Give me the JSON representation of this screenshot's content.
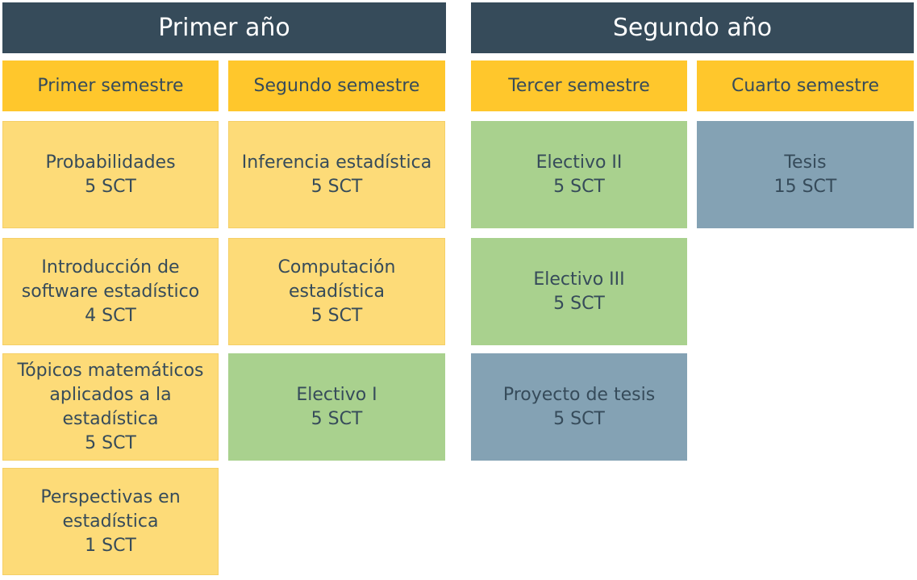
{
  "years": [
    "Primer año",
    "Segundo año"
  ],
  "semesters": [
    "Primer semestre",
    "Segundo semestre",
    "Tercer semestre",
    "Cuarto semestre"
  ],
  "courses": {
    "s1": [
      {
        "name": "Probabilidades",
        "credits": "5 SCT"
      },
      {
        "name": "Introducción de\nsoftware estadístico",
        "credits": "4 SCT"
      },
      {
        "name": "Tópicos matemáticos\naplicados a la\nestadística",
        "credits": "5 SCT"
      },
      {
        "name": "Perspectivas en\nestadística",
        "credits": "1 SCT"
      }
    ],
    "s2": [
      {
        "name": "Inferencia estadística",
        "credits": "5 SCT"
      },
      {
        "name": "Computación\nestadística",
        "credits": "5 SCT"
      },
      {
        "name": "Electivo I",
        "credits": "5 SCT"
      }
    ],
    "s3": [
      {
        "name": "Electivo II",
        "credits": "5 SCT"
      },
      {
        "name": "Electivo III",
        "credits": "5 SCT"
      },
      {
        "name": "Proyecto de tesis",
        "credits": "5 SCT"
      }
    ],
    "s4": [
      {
        "name": "Tesis",
        "credits": "15 SCT"
      }
    ]
  },
  "colors": {
    "year": "#364b5a",
    "semester": "#ffc72c",
    "core": "#fddb78",
    "elective": "#a9d18e",
    "thesis": "#84a2b4"
  }
}
